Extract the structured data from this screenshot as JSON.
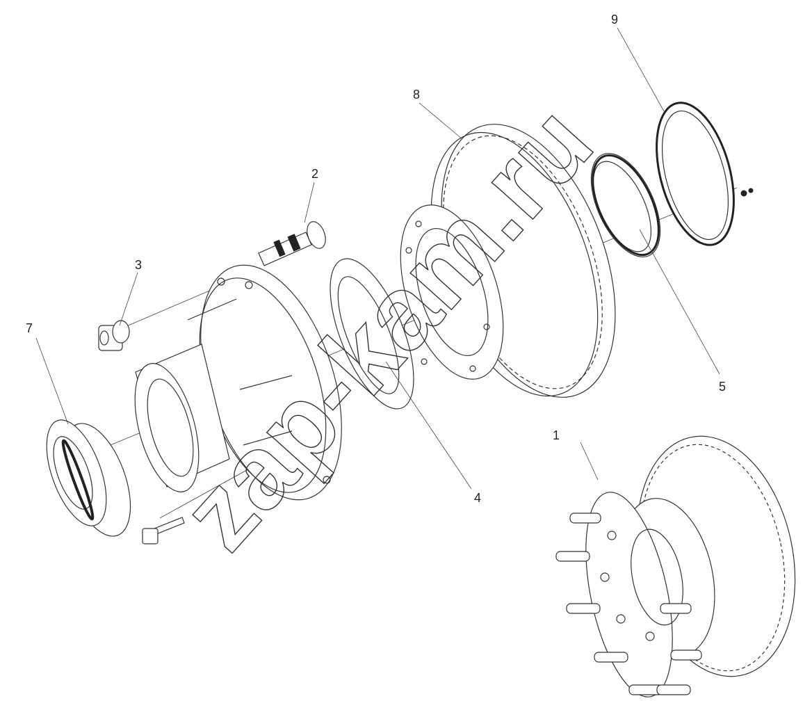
{
  "diagram": {
    "labels": [
      {
        "id": "1",
        "text": "1"
      },
      {
        "id": "2",
        "text": "2"
      },
      {
        "id": "3",
        "text": "3"
      },
      {
        "id": "4",
        "text": "4"
      },
      {
        "id": "5",
        "text": "5"
      },
      {
        "id": "7",
        "text": "7"
      },
      {
        "id": "8",
        "text": "8"
      },
      {
        "id": "9",
        "text": "9"
      }
    ]
  },
  "watermark": {
    "text": "zap-kam.ru"
  },
  "colors": {
    "line": "#333333",
    "background": "#ffffff"
  }
}
